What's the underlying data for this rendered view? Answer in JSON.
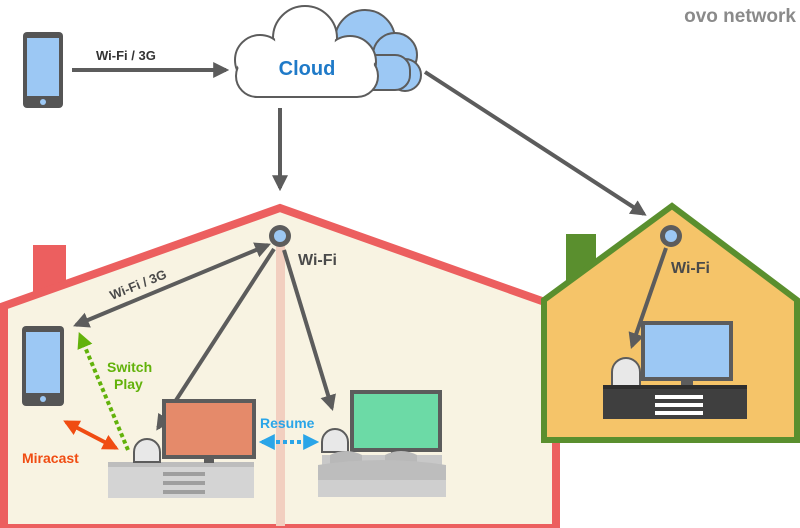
{
  "brand": "ovo network",
  "cloud": {
    "label": "Cloud"
  },
  "connections": {
    "remote_link": "Wi-Fi / 3G",
    "home_link": "Wi-Fi / 3G"
  },
  "home": {
    "wifi_label": "Wi-Fi",
    "switch_play_line1": "Switch",
    "switch_play_line2": "Play",
    "miracast": "Miracast",
    "resume": "Resume"
  },
  "remote_home": {
    "wifi_label": "Wi-Fi"
  },
  "colors": {
    "home_roof": "#ec5f5f",
    "home_wall": "#f8f3e2",
    "remote_roof": "#5a8f2e",
    "remote_wall": "#f5c469",
    "cloud_text": "#1f7ac8",
    "arrow": "#5c5c5c",
    "switch_play": "#62b20a",
    "miracast": "#f04c12",
    "resume": "#2aa5e8",
    "brand": "#8a8a8a"
  }
}
